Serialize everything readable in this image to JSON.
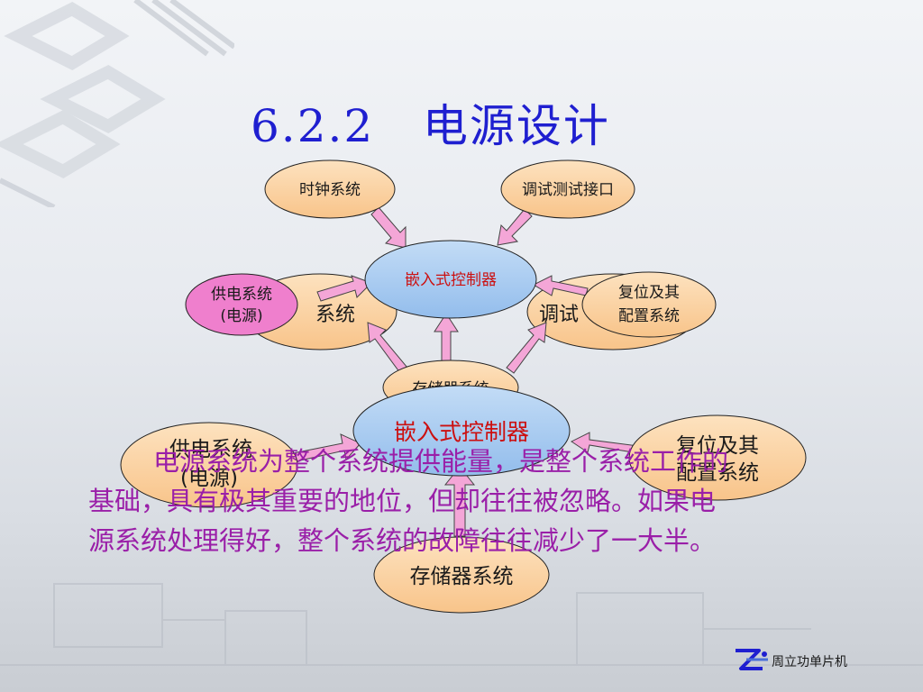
{
  "title": {
    "section_number": "6.2.2",
    "section_title": "电源设计"
  },
  "diagram_back": {
    "center": "嵌入式控制器",
    "top_left": "时钟系统",
    "top_right": "调试测试接口",
    "left_front": "供电系统",
    "left_front_sub": "(电源)",
    "left_behind": "系统",
    "right_front": "复位及其",
    "right_front_sub": "配置系统",
    "right_behind": "调试",
    "bottom": "存储器系统"
  },
  "diagram_front": {
    "center": "嵌入式控制器",
    "left": "供电系统",
    "left_sub": "(电源)",
    "right": "复位及其",
    "right_sub": "配置系统",
    "bottom": "存储器系统"
  },
  "body": {
    "line1": "电源系统为整个系统提供能量，是整个系统工作的",
    "line2": "基础，具有极其重要的地位，但却往往被忽略。如果电",
    "line3": "源系统处理得好，整个系统的故障往往减少了一大半。"
  },
  "footer": {
    "logo_text": "周立功单片机",
    "logo_mark": "ZLG"
  },
  "colors": {
    "title": "#1f1fd0",
    "body_text": "#9a1fa8",
    "orange_fill": "#fbd2a2",
    "blue_fill": "#a9cdf2",
    "pink_fill": "#ef7fcd",
    "arrow_fill": "#f4a6d7",
    "center_text": "#cc1010"
  }
}
